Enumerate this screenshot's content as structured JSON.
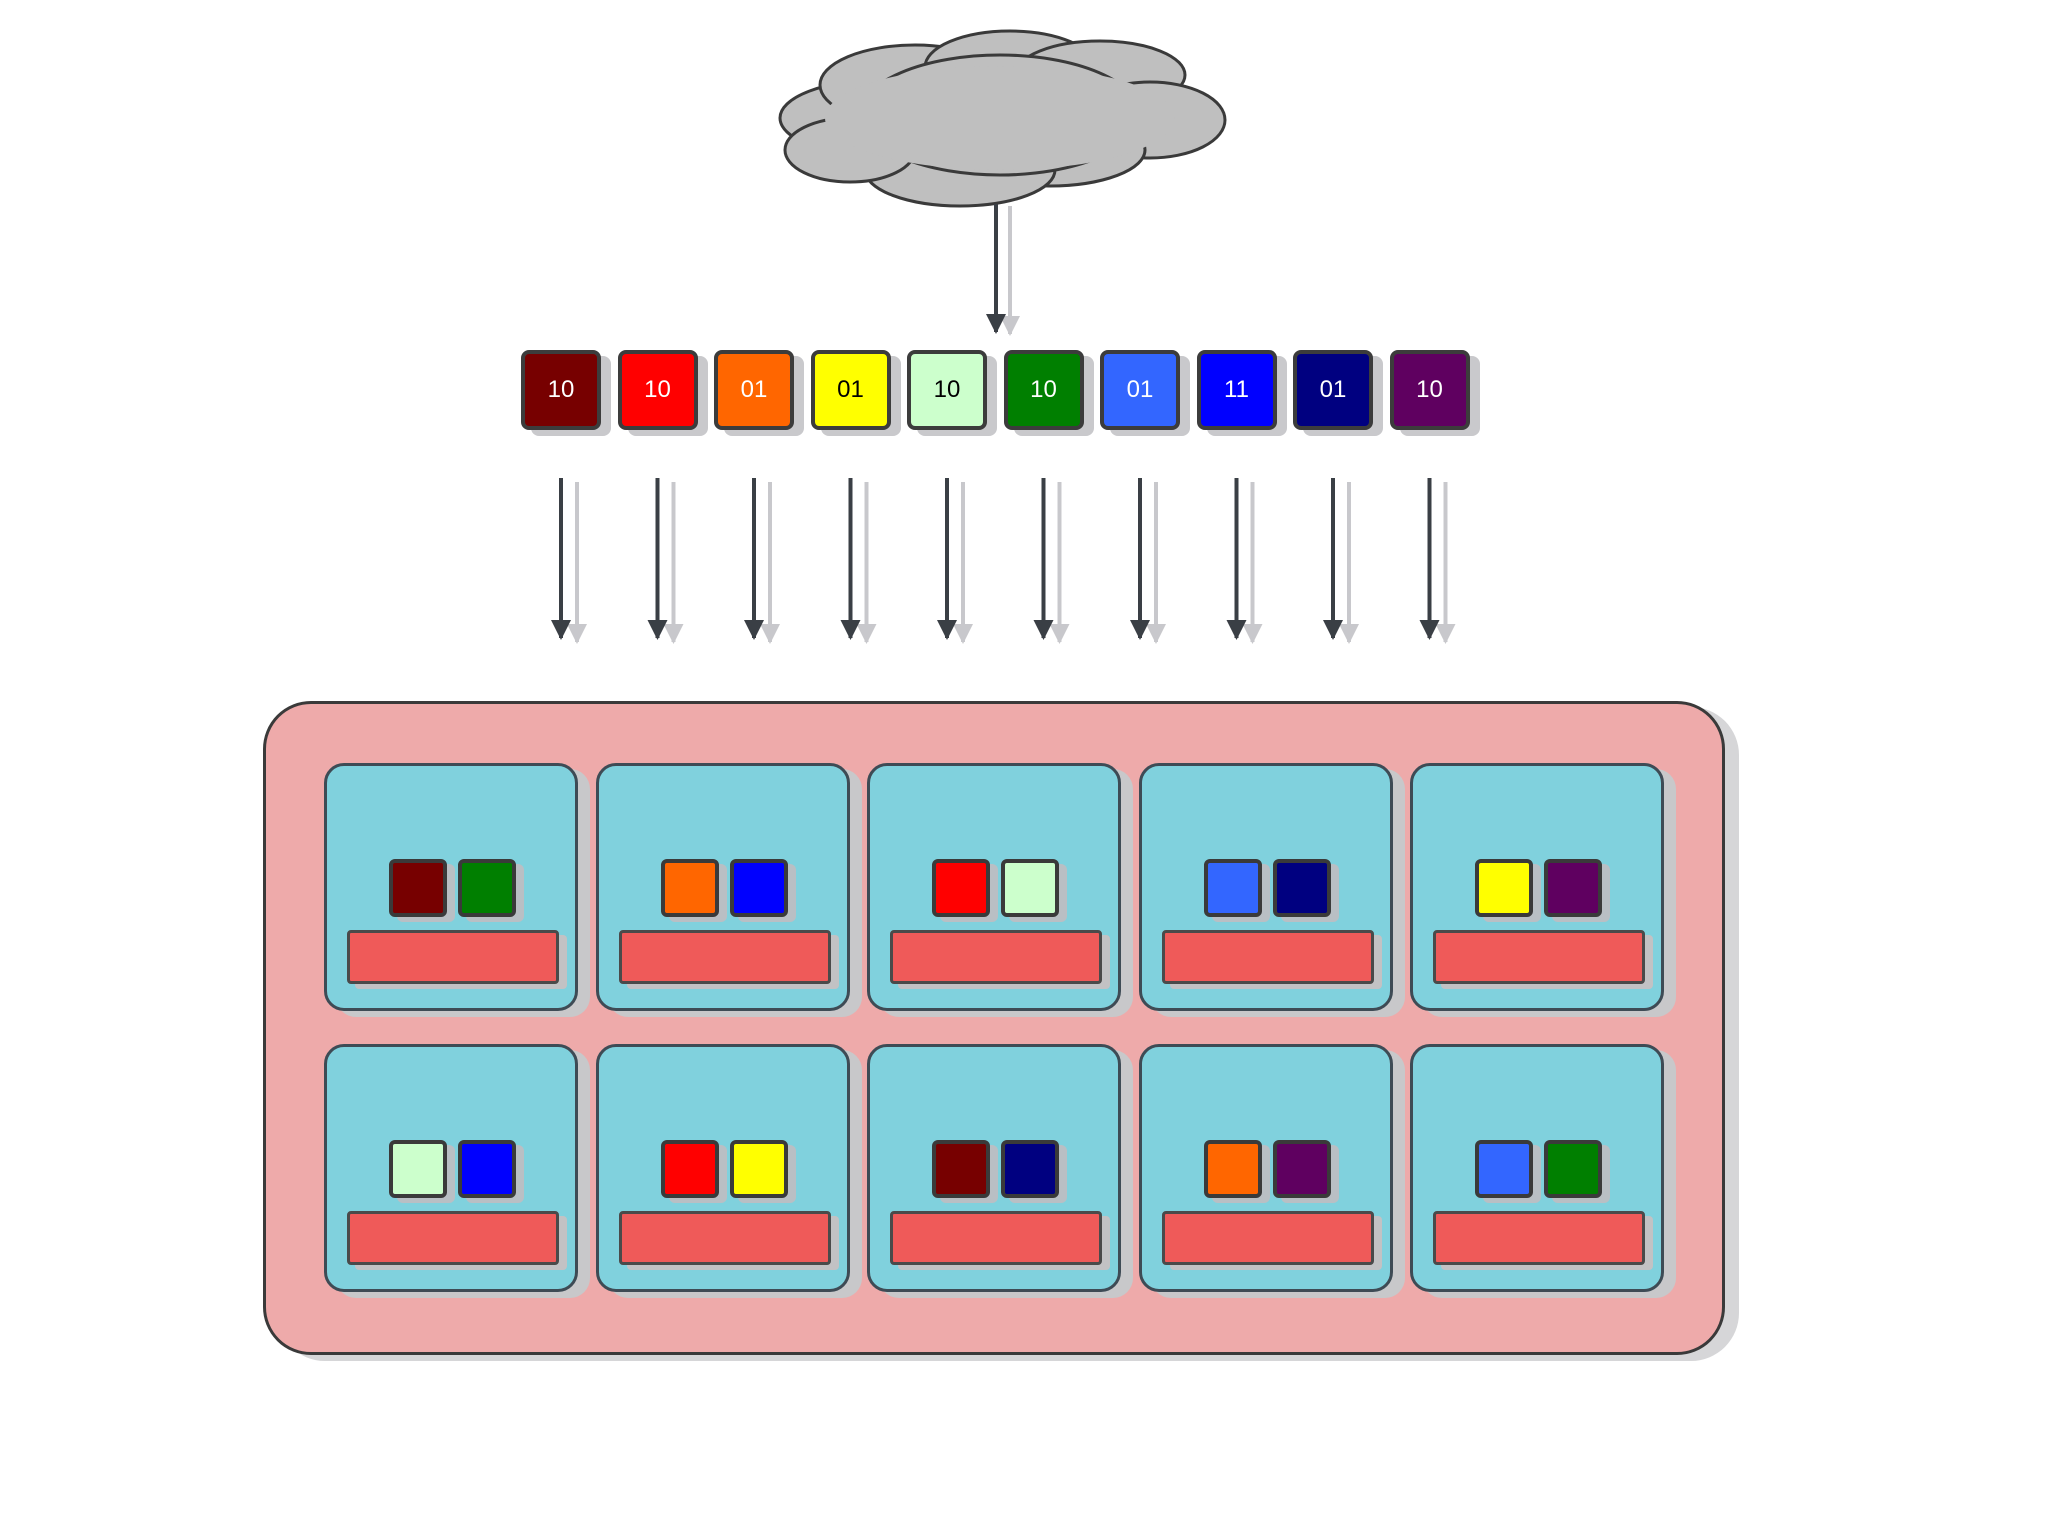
{
  "diagram": {
    "source": {
      "icon": "cloud-icon",
      "fill": "#bfbfbf"
    },
    "blocks": [
      {
        "id": "b1",
        "label": "10",
        "color": "#770000",
        "text_color": "#ffffff"
      },
      {
        "id": "b2",
        "label": "10",
        "color": "#ff0000",
        "text_color": "#ffffff"
      },
      {
        "id": "b3",
        "label": "01",
        "color": "#ff6600",
        "text_color": "#ffffff"
      },
      {
        "id": "b4",
        "label": "01",
        "color": "#ffff00",
        "text_color": "#000000"
      },
      {
        "id": "b5",
        "label": "10",
        "color": "#ccffcc",
        "text_color": "#000000"
      },
      {
        "id": "b6",
        "label": "10",
        "color": "#007f00",
        "text_color": "#ffffff"
      },
      {
        "id": "b7",
        "label": "01",
        "color": "#3366ff",
        "text_color": "#ffffff"
      },
      {
        "id": "b8",
        "label": "11",
        "color": "#0000ff",
        "text_color": "#ffffff"
      },
      {
        "id": "b9",
        "label": "01",
        "color": "#000080",
        "text_color": "#ffffff"
      },
      {
        "id": "b10",
        "label": "10",
        "color": "#5f0060",
        "text_color": "#ffffff"
      }
    ],
    "cluster": {
      "fill": "#eeaaaa",
      "node_fill": "#80d1dd",
      "bar_fill": "#ef5a59",
      "nodes": [
        {
          "blocks": [
            "b1",
            "b6"
          ]
        },
        {
          "blocks": [
            "b3",
            "b8"
          ]
        },
        {
          "blocks": [
            "b2",
            "b5"
          ]
        },
        {
          "blocks": [
            "b7",
            "b9"
          ]
        },
        {
          "blocks": [
            "b4",
            "b10"
          ]
        },
        {
          "blocks": [
            "b5",
            "b8"
          ]
        },
        {
          "blocks": [
            "b2",
            "b4"
          ]
        },
        {
          "blocks": [
            "b1",
            "b9"
          ]
        },
        {
          "blocks": [
            "b3",
            "b10"
          ]
        },
        {
          "blocks": [
            "b7",
            "b6"
          ]
        }
      ]
    },
    "arrow_color": "#3a3f45",
    "arrow_shadow_color": "#c8c8cc"
  }
}
